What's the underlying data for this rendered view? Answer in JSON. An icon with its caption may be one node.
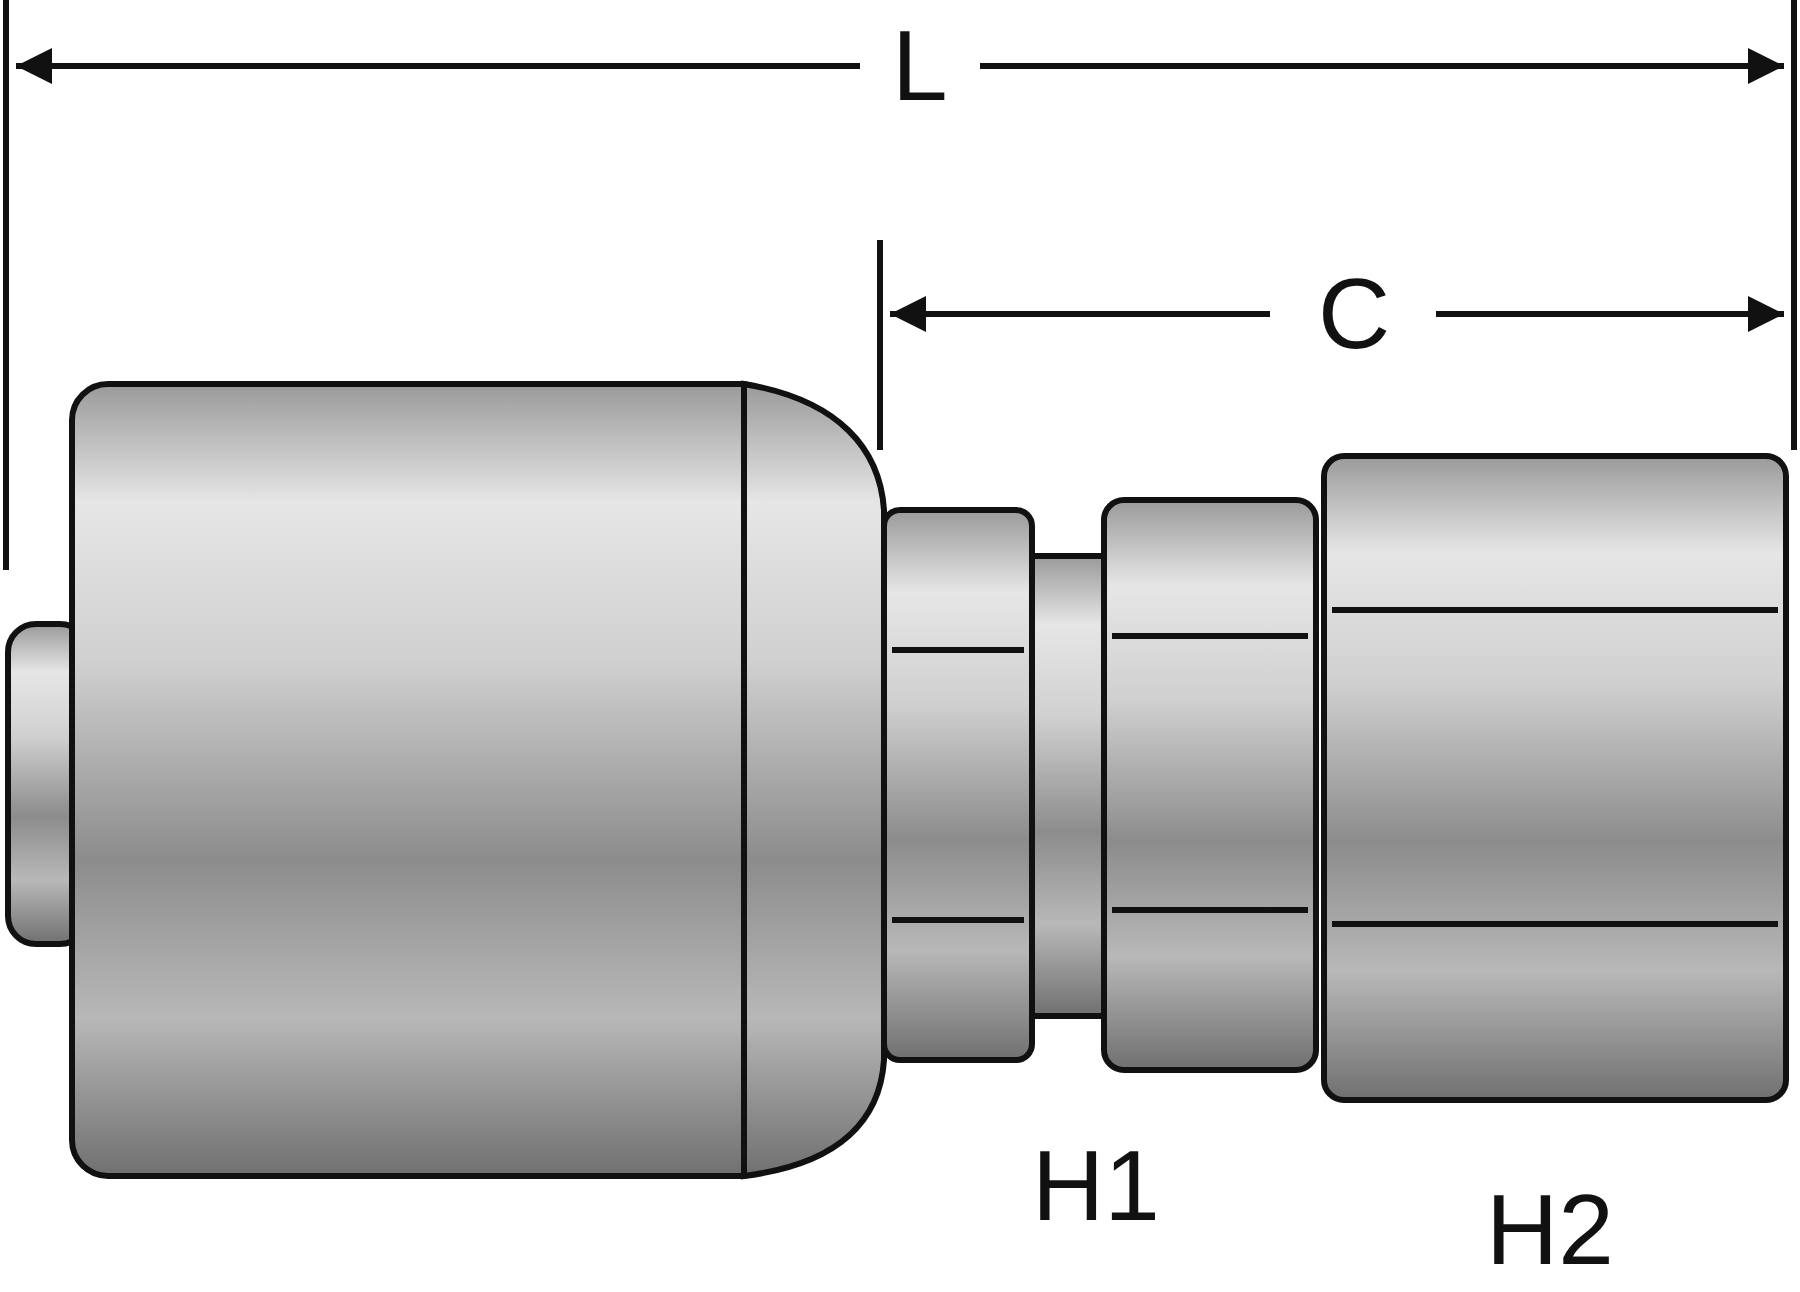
{
  "diagram": {
    "labels": [
      "L",
      "C",
      "H1",
      "H2"
    ]
  }
}
